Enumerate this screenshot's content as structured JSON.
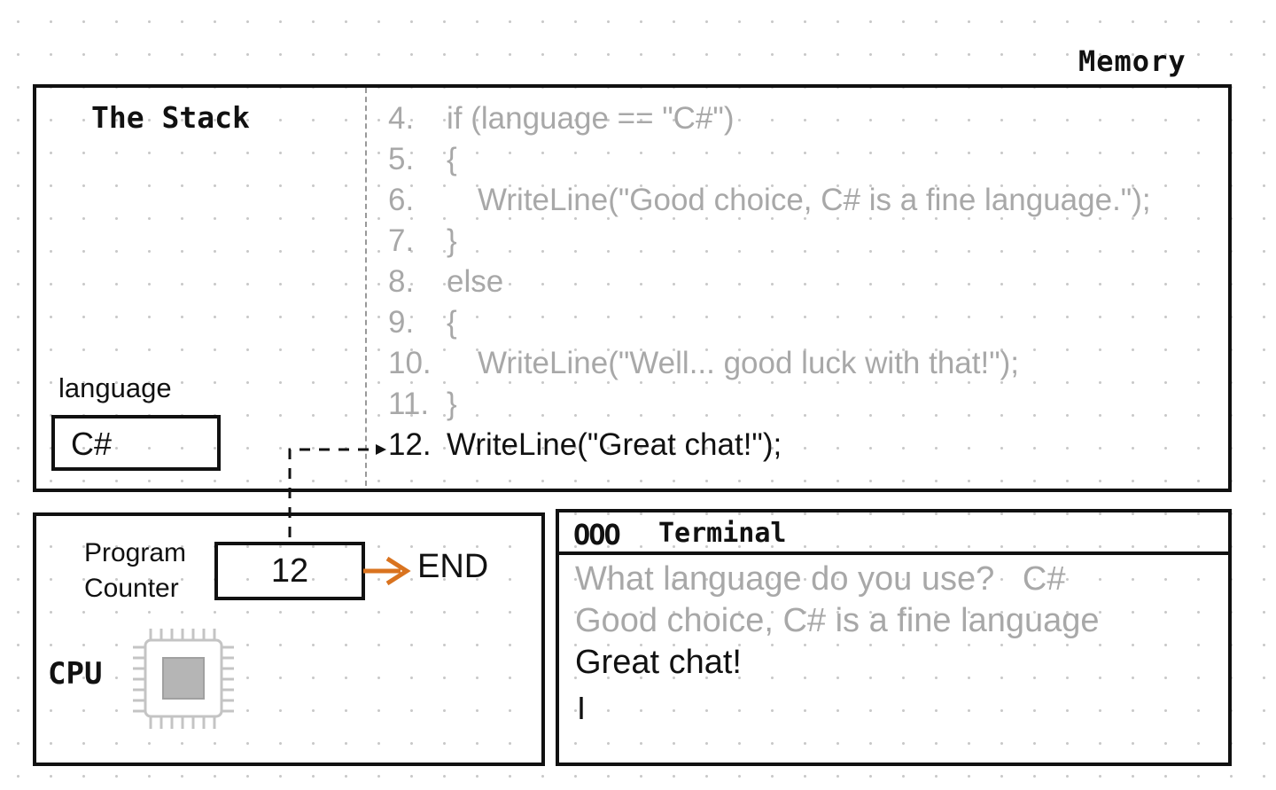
{
  "memory": {
    "label": "Memory"
  },
  "stack": {
    "title": "The Stack",
    "variable": {
      "name": "language",
      "value": "C#"
    }
  },
  "code": {
    "lines": [
      {
        "num": "4.",
        "text": "if (language == \"C#\")",
        "indent": 0,
        "current": false
      },
      {
        "num": "5.",
        "text": "{",
        "indent": 0,
        "current": false
      },
      {
        "num": "6.",
        "text": "WriteLine(\"Good choice, C# is a fine language.\");",
        "indent": 1,
        "current": false
      },
      {
        "num": "7.",
        "text": "}",
        "indent": 0,
        "current": false
      },
      {
        "num": "8.",
        "text": "else",
        "indent": 0,
        "current": false
      },
      {
        "num": "9.",
        "text": "{",
        "indent": 0,
        "current": false
      },
      {
        "num": "10.",
        "text": "WriteLine(\"Well... good luck with that!\");",
        "indent": 1,
        "current": false
      },
      {
        "num": "11.",
        "text": "}",
        "indent": 0,
        "current": false
      },
      {
        "num": "12.",
        "text": "WriteLine(\"Great chat!\");",
        "indent": 0,
        "current": true
      }
    ]
  },
  "cpu": {
    "label": "CPU",
    "program_counter": {
      "label_line1": "Program",
      "label_line2": "Counter",
      "value": "12"
    },
    "next": "END"
  },
  "terminal": {
    "dots": "OOO",
    "title": "Terminal",
    "lines": [
      {
        "text": "What language do you use?   C#",
        "current": false
      },
      {
        "text": "Good choice, C# is a fine language",
        "current": false
      },
      {
        "text": "Great chat!",
        "current": true
      }
    ],
    "cursor": "I"
  },
  "colors": {
    "arrow": "#d9731f",
    "faded": "#a8a8a8",
    "ink": "#111111"
  }
}
